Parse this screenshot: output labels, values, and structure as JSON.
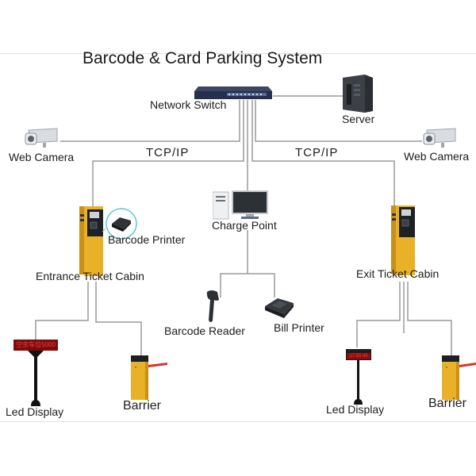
{
  "title": "Barcode & Card Parking System",
  "nodes": {
    "network_switch": {
      "label": "Network Switch",
      "icon": "network-switch-icon"
    },
    "server": {
      "label": "Server",
      "icon": "server-tower-icon"
    },
    "web_camera_left": {
      "label": "Web Camera",
      "icon": "web-camera-icon"
    },
    "web_camera_right": {
      "label": "Web Camera",
      "icon": "web-camera-icon"
    },
    "charge_point": {
      "label": "Charge Point",
      "icon": "desktop-computer-icon"
    },
    "barcode_reader": {
      "label": "Barcode Reader",
      "icon": "barcode-scanner-icon"
    },
    "bill_printer": {
      "label": "Bill Printer",
      "icon": "receipt-printer-icon"
    },
    "entrance_cabin": {
      "label": "Entrance Ticket Cabin",
      "icon": "ticket-cabin-icon"
    },
    "barcode_printer": {
      "label": "Barcode Printer",
      "icon": "barcode-printer-icon"
    },
    "exit_cabin": {
      "label": "Exit Ticket Cabin",
      "icon": "ticket-cabin-icon"
    },
    "led_display_left": {
      "label": "Led Display",
      "icon": "led-display-icon",
      "screen_text": "空余车位5000"
    },
    "led_display_right": {
      "label": "Led Display",
      "icon": "led-display-icon",
      "screen_text": "17:55:45"
    },
    "barrier_left": {
      "label": "Barrier",
      "icon": "barrier-gate-icon"
    },
    "barrier_right": {
      "label": "Barrier",
      "icon": "barrier-gate-icon"
    }
  },
  "links": {
    "protocol_left": "TCP/IP",
    "protocol_right": "TCP/IP"
  },
  "colors": {
    "wire": "#9a9a9a",
    "cabin_yellow": "#e8b128",
    "led_red": "#e01818",
    "switch_blue": "#2a3550"
  }
}
